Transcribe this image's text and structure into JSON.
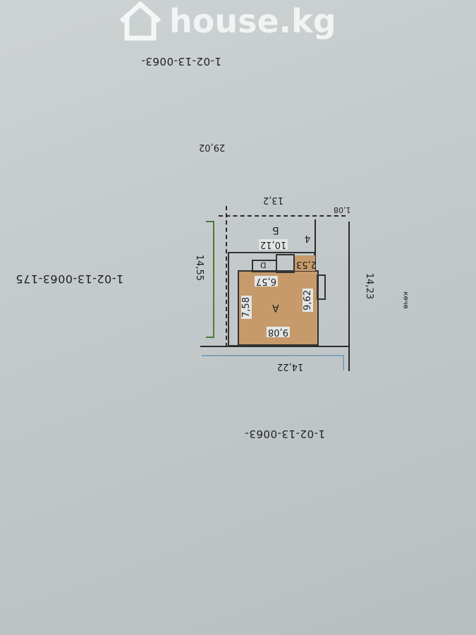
{
  "watermark": {
    "text": "house.kg",
    "icon": "house-icon"
  },
  "parcel_codes": {
    "top": "1-02-13-0063-",
    "main": "1-02-13-0063-175",
    "bottom": "1-02-13-0063-"
  },
  "dimensions": {
    "d_29_02": "29,02",
    "d_13_2": "13,2",
    "d_1_08": "1,08",
    "d_14_55": "14,55",
    "d_14_23": "14,23",
    "d_14_22": "14,22",
    "d_10_12": "10,12",
    "d_2_53": "2,53",
    "d_6_57": "6,57",
    "d_7_58": "7,58",
    "d_9_62": "9,62",
    "d_9_08": "9,08"
  },
  "labels": {
    "building_a": "А",
    "building_b": "Б",
    "part_4": "4",
    "street": "көчө",
    "door": "D"
  },
  "colors": {
    "building_fill": "#c69a6a",
    "green_bracket": "#4f7a34",
    "blue_line": "#7ea3b8"
  }
}
